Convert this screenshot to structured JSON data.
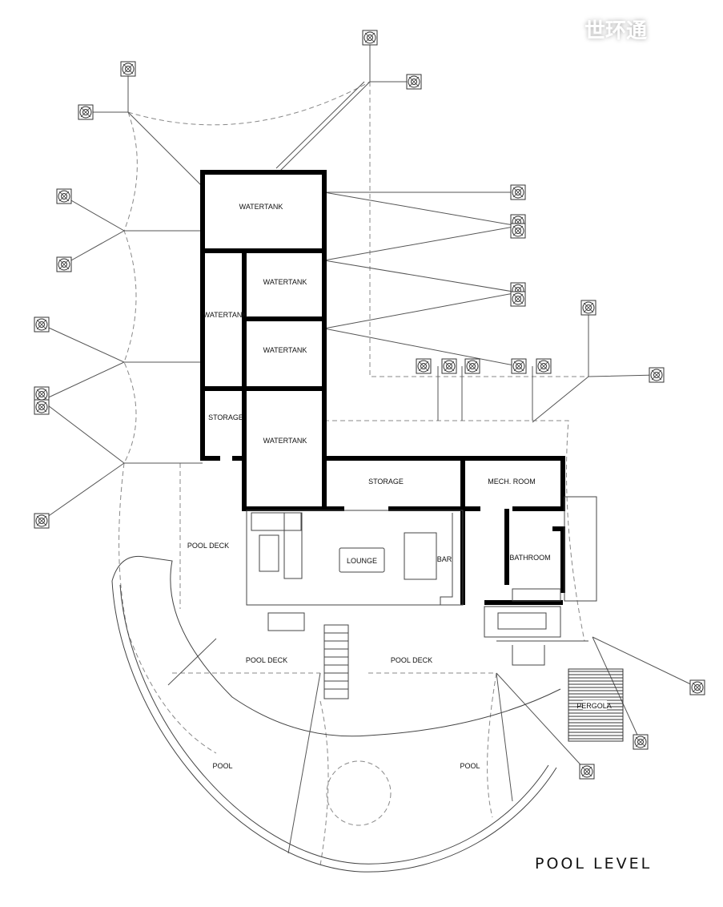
{
  "title": "POOL LEVEL",
  "watermark": "世环通",
  "rooms": {
    "watertank_1": "WATERTANK",
    "watertank_2": "WATERTANK",
    "watertank_3": "WATERTANK",
    "watertank_4": "WATERTANK",
    "watertank_5": "WATERTANK",
    "storage_left": "STORAGE",
    "storage_right": "STORAGE",
    "mech_room": "MECH. ROOM",
    "lounge": "LOUNGE",
    "bar": "BAR",
    "bathroom": "BATHROOM",
    "pool_deck_1": "POOL DECK",
    "pool_deck_2": "POOL DECK",
    "pool_deck_3": "POOL DECK",
    "pool_1": "POOL",
    "pool_2": "POOL",
    "pergola": "PERGOLA"
  }
}
